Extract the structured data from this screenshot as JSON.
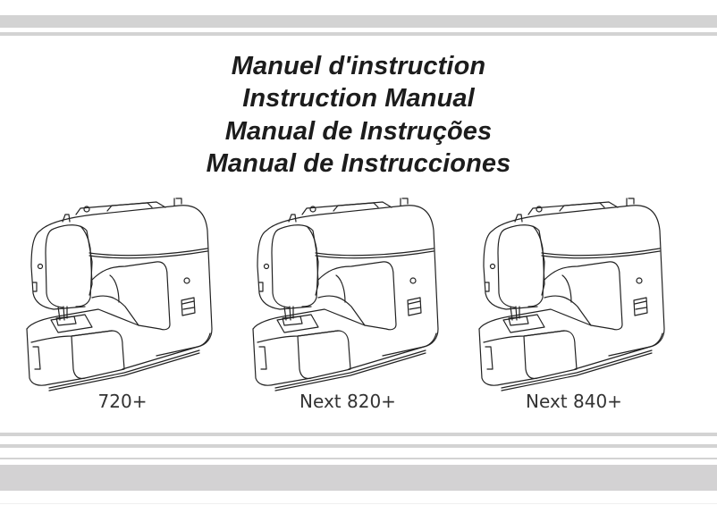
{
  "document": {
    "titles": [
      "Manuel d'instruction",
      "Instruction Manual",
      "Manual de Instruções",
      "Manual de Instrucciones"
    ],
    "models": [
      {
        "label": "720+",
        "icon": "sewing-machine-icon"
      },
      {
        "label": "Next 820+",
        "icon": "sewing-machine-icon"
      },
      {
        "label": "Next 840+",
        "icon": "sewing-machine-icon"
      }
    ],
    "colors": {
      "band": "#d3d3d3",
      "title_text": "#1c1c1c",
      "label_text": "#333333",
      "background": "#ffffff"
    }
  }
}
